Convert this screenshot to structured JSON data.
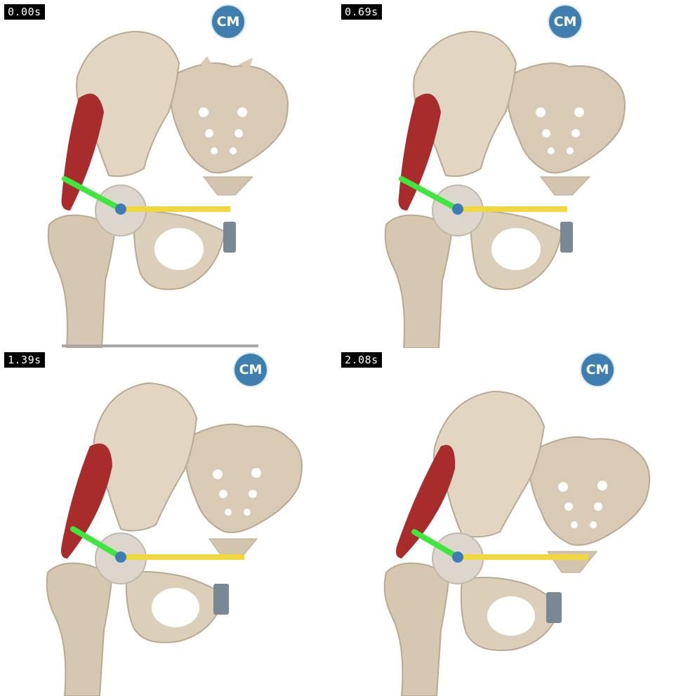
{
  "frames": [
    {
      "timestamp": "0.00s",
      "logo": "CM"
    },
    {
      "timestamp": "0.69s",
      "logo": "CM"
    },
    {
      "timestamp": "1.39s",
      "logo": "CM"
    },
    {
      "timestamp": "2.08s",
      "logo": "CM"
    }
  ],
  "colors": {
    "bone": "#ddd0bd",
    "bone_shade": "#b9a992",
    "muscle": "#a82c2c",
    "lever_arm_green": "#3ee63e",
    "lever_arm_yellow": "#f0d740",
    "pivot": "#3d7db3",
    "logo": "#3e7fb0"
  }
}
